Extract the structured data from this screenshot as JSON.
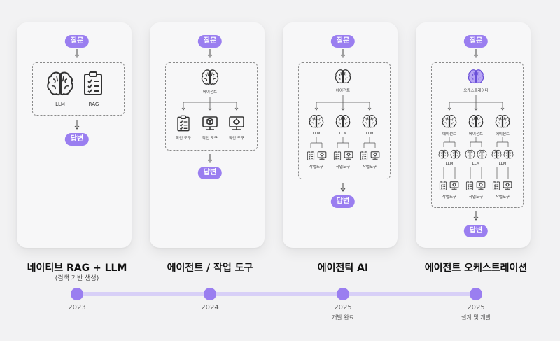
{
  "labels": {
    "question": "질문",
    "answer": "답변",
    "llm": "LLM",
    "rag": "RAG",
    "agent": "에이전트",
    "tool": "작업 도구",
    "tool_compact": "작업도구",
    "orchestrator": "오케스트레이터"
  },
  "eras": [
    {
      "title": "네이티브 RAG + LLM",
      "subtitle": "(검색 기반 생성)",
      "year": "2023",
      "note": ""
    },
    {
      "title": "에이전트 / 작업 도구",
      "subtitle": "",
      "year": "2024",
      "note": ""
    },
    {
      "title": "에이전틱 AI",
      "subtitle": "",
      "year": "2025",
      "note": "개발 완료"
    },
    {
      "title": "에이전트 오케스트레이션",
      "subtitle": "",
      "year": "2025",
      "note": "설계 및 개발"
    }
  ],
  "colors": {
    "accent": "#9a7ef0",
    "timeline": "#d8d0f7",
    "dot": "#9a7ef0"
  },
  "icons": [
    "brain-icon",
    "clipboard-icon",
    "wrench-icon",
    "box-icon",
    "gear-icon"
  ]
}
